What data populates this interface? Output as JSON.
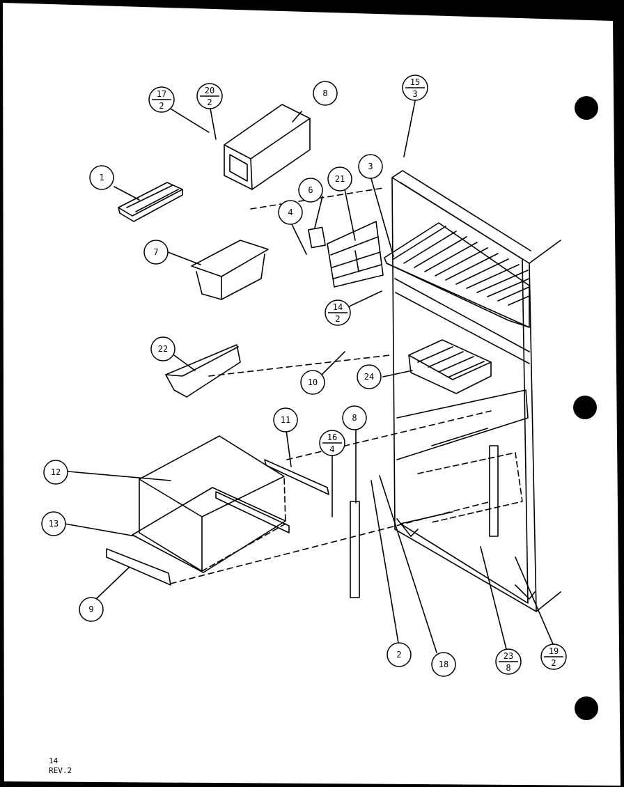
{
  "diagram": {
    "parts": [
      {
        "id": "callout-1",
        "label": "1"
      },
      {
        "id": "callout-2",
        "label": "2"
      },
      {
        "id": "callout-3",
        "label": "3"
      },
      {
        "id": "callout-4",
        "label": "4"
      },
      {
        "id": "callout-6",
        "label": "6"
      },
      {
        "id": "callout-7",
        "label": "7"
      },
      {
        "id": "callout-8-top",
        "label": "8"
      },
      {
        "id": "callout-8-rail",
        "label": "8"
      },
      {
        "id": "callout-9",
        "label": "9"
      },
      {
        "id": "callout-10",
        "label": "10"
      },
      {
        "id": "callout-11",
        "label": "11"
      },
      {
        "id": "callout-12",
        "label": "12"
      },
      {
        "id": "callout-13",
        "label": "13"
      },
      {
        "id": "callout-18",
        "label": "18"
      },
      {
        "id": "callout-21",
        "label": "21"
      },
      {
        "id": "callout-22",
        "label": "22"
      },
      {
        "id": "callout-24",
        "label": "24"
      }
    ],
    "fraction_parts": [
      {
        "id": "callout-17-2",
        "num": "17",
        "den": "2"
      },
      {
        "id": "callout-20-2",
        "num": "20",
        "den": "2"
      },
      {
        "id": "callout-15-3",
        "num": "15",
        "den": "3"
      },
      {
        "id": "callout-14-2",
        "num": "14",
        "den": "2"
      },
      {
        "id": "callout-16-4",
        "num": "16",
        "den": "4"
      },
      {
        "id": "callout-23-8",
        "num": "23",
        "den": "8"
      },
      {
        "id": "callout-19-2",
        "num": "19",
        "den": "2"
      }
    ]
  },
  "footer": {
    "page": "14",
    "revision": "REV.2"
  }
}
